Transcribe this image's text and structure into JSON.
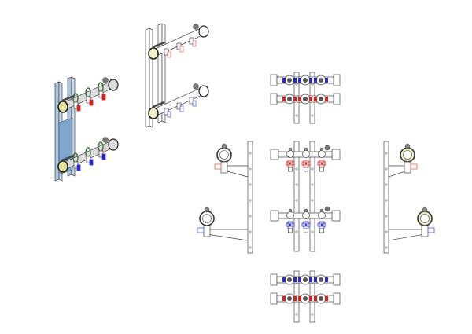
{
  "drawing": {
    "views": [
      {
        "id": "iso-colored",
        "style": "shaded"
      },
      {
        "id": "iso-line",
        "style": "outline"
      },
      {
        "id": "top-view",
        "style": "outline"
      },
      {
        "id": "left-side-view",
        "style": "outline"
      },
      {
        "id": "front-view",
        "style": "outline"
      },
      {
        "id": "right-side-view",
        "style": "outline"
      },
      {
        "id": "bottom-view",
        "style": "outline"
      }
    ],
    "outlets_per_manifold": 3,
    "colors": {
      "line": "#444444",
      "supply_valve": "#d42020",
      "return_valve": "#2a2ad0",
      "supply_valve_outline": "#e07070",
      "return_valve_outline": "#6060e0",
      "rail_shaded": "#a8c4de",
      "body_shaded": "#dcdcdc",
      "ring_shaded": "#3f6e3f",
      "gauge_face": "#f0f0c8"
    }
  }
}
